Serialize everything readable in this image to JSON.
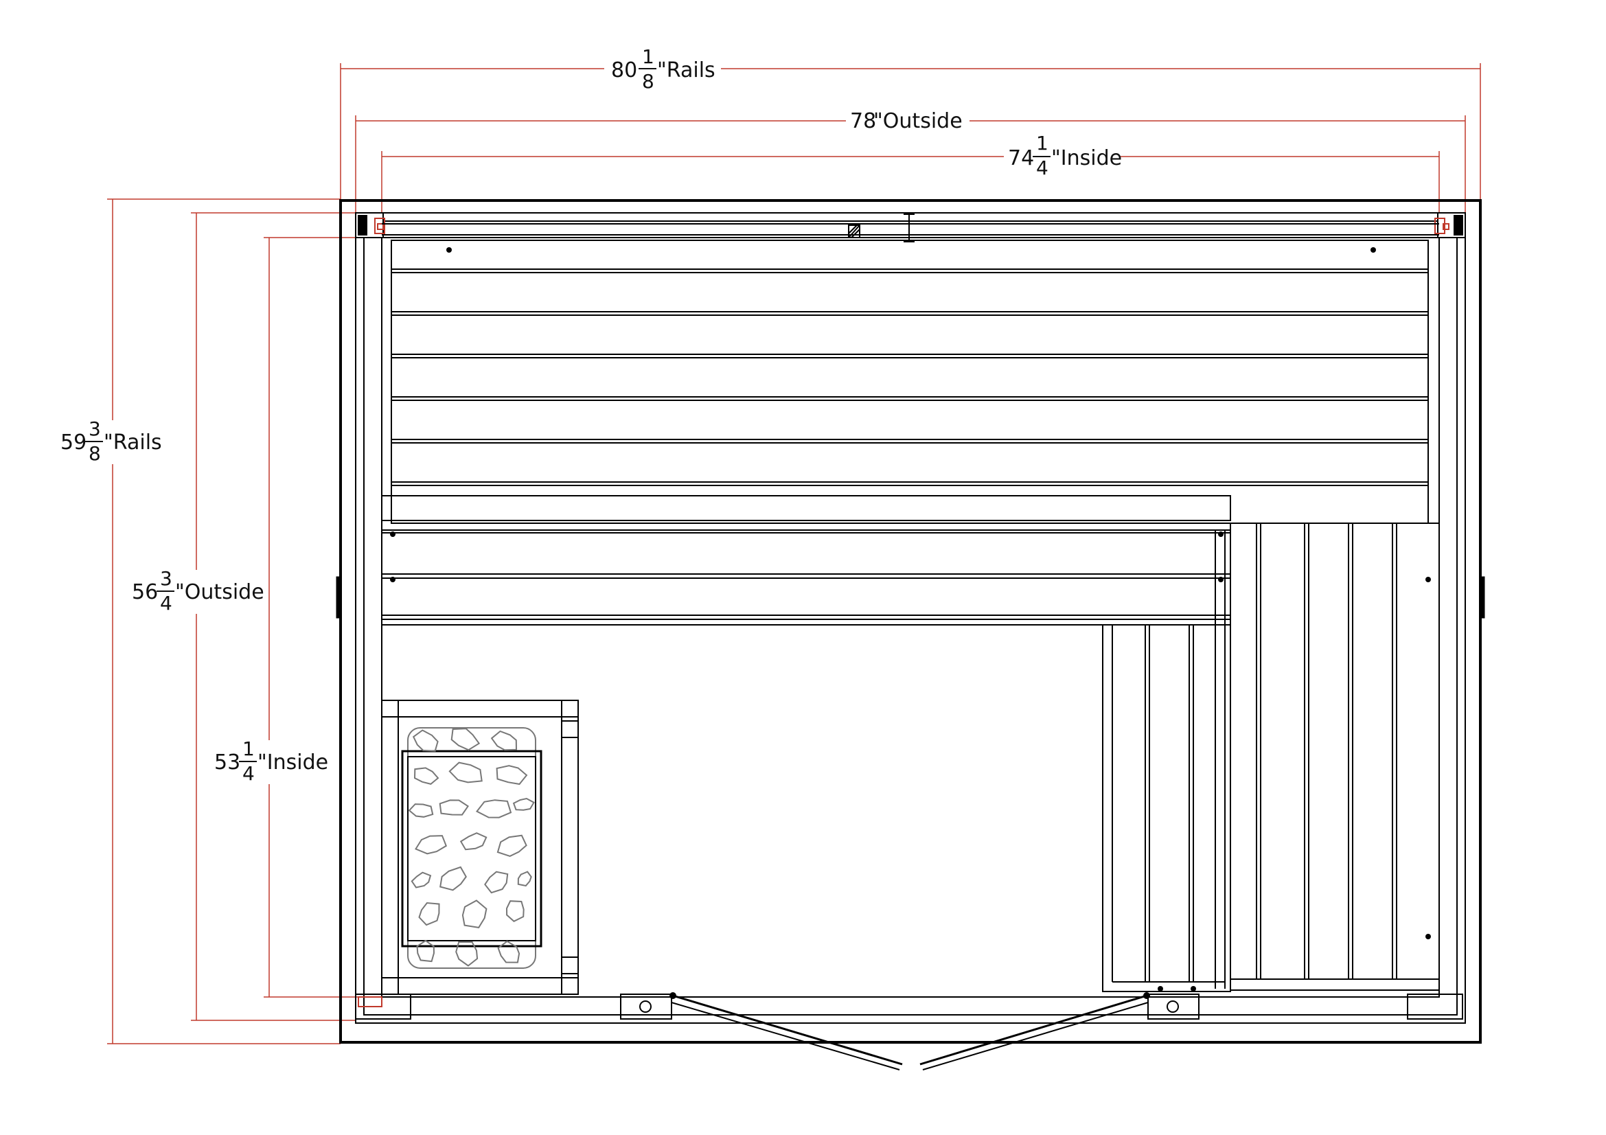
{
  "dimensions": {
    "width_rails": {
      "whole": "80",
      "num": "1",
      "den": "8",
      "suffix": "\"Rails"
    },
    "width_outside": {
      "whole": "78",
      "num": "",
      "den": "",
      "suffix": "\"Outside"
    },
    "width_inside": {
      "whole": "74",
      "num": "1",
      "den": "4",
      "suffix": "\"Inside"
    },
    "depth_rails": {
      "whole": "59",
      "num": "3",
      "den": "8",
      "suffix": "\"Rails"
    },
    "depth_outside": {
      "whole": "56",
      "num": "3",
      "den": "4",
      "suffix": "\"Outside"
    },
    "depth_inside": {
      "whole": "53",
      "num": "1",
      "den": "4",
      "suffix": "\"Inside"
    }
  },
  "colors": {
    "dimension_line": "#c0392b",
    "drawing_line": "#000000",
    "stone": "#777777"
  }
}
